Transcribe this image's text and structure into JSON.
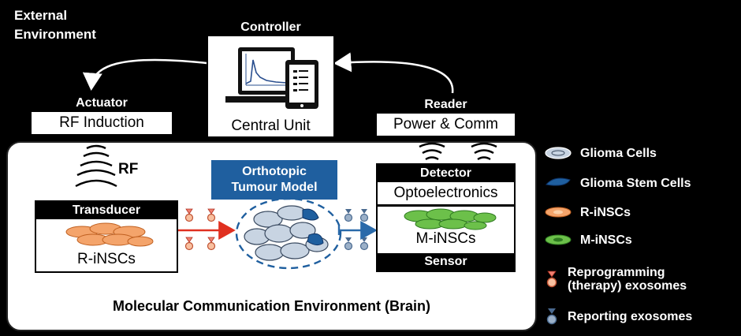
{
  "external_env": {
    "line1": "External",
    "line2": "Environment"
  },
  "controller": {
    "title": "Controller",
    "label": "Central Unit"
  },
  "actuator": {
    "title": "Actuator",
    "label": "RF Induction"
  },
  "reader": {
    "title": "Reader",
    "label": "Power & Comm"
  },
  "rf_label": "RF",
  "transducer": {
    "title": "Transducer",
    "label": "R-iNSCs"
  },
  "tumour": {
    "line1": "Orthotopic",
    "line2": "Tumour Model"
  },
  "detector": {
    "title": "Detector",
    "label": "Optoelectronics",
    "cells_label": "M-iNSCs",
    "sensor": "Sensor"
  },
  "environment_label": "Molecular Communication Environment (Brain)",
  "legend": [
    {
      "icon": "glioma-cell-icon",
      "label": "Glioma Cells"
    },
    {
      "icon": "glioma-stem-cell-icon",
      "label": "Glioma Stem Cells"
    },
    {
      "icon": "r-insc-cell-icon",
      "label": "R-iNSCs"
    },
    {
      "icon": "m-insc-cell-icon",
      "label": "M-iNSCs"
    },
    {
      "icon": "reprogramming-exosome-icon",
      "label": "Reprogramming",
      "label2": "(therapy) exosomes"
    },
    {
      "icon": "reporting-exosome-icon",
      "label": "Reporting exosomes"
    }
  ],
  "colors": {
    "tumour_blue": "#1f5f9f",
    "r_insc_orange": "#f4a46b",
    "m_insc_green": "#6cc04a",
    "therapy_exosome": "#f08070",
    "reporting_exosome": "#9bb0c8",
    "therapy_arrow": "#e03020",
    "reporting_arrow": "#2a6aaa"
  }
}
